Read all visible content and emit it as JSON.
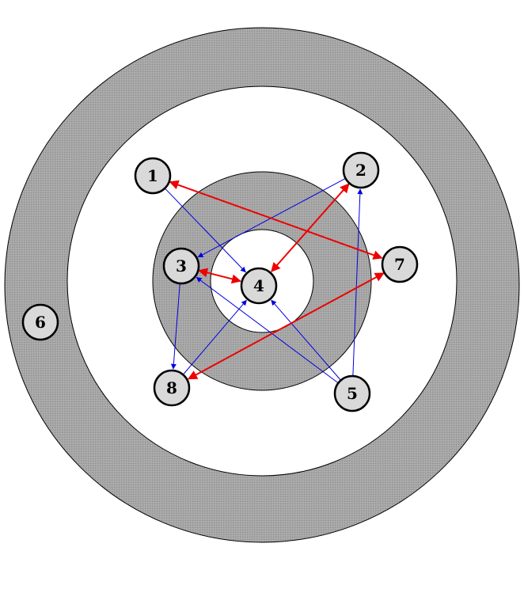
{
  "colors": {
    "ring_fill": "#a8a8a8",
    "background": "#ffffff",
    "node_fill": "#d9d9d9",
    "node_stroke": "#000000",
    "blue_edge": "#0000e0",
    "red_edge": "#ee0000"
  },
  "nodes": [
    {
      "id": "1",
      "label": "1"
    },
    {
      "id": "2",
      "label": "2"
    },
    {
      "id": "3",
      "label": "3"
    },
    {
      "id": "4",
      "label": "4"
    },
    {
      "id": "5",
      "label": "5"
    },
    {
      "id": "6",
      "label": "6"
    },
    {
      "id": "7",
      "label": "7"
    },
    {
      "id": "8",
      "label": "8"
    }
  ],
  "edges": [
    {
      "from": "1",
      "to": "4",
      "color": "blue",
      "direction": "forward"
    },
    {
      "from": "2",
      "to": "3",
      "color": "blue",
      "direction": "forward"
    },
    {
      "from": "3",
      "to": "8",
      "color": "blue",
      "direction": "forward"
    },
    {
      "from": "8",
      "to": "4",
      "color": "blue",
      "direction": "forward"
    },
    {
      "from": "5",
      "to": "4",
      "color": "blue",
      "direction": "forward"
    },
    {
      "from": "5",
      "to": "3",
      "color": "blue",
      "direction": "forward"
    },
    {
      "from": "5",
      "to": "2",
      "color": "blue",
      "direction": "forward"
    },
    {
      "from": "1",
      "to": "7",
      "color": "red",
      "direction": "both"
    },
    {
      "from": "2",
      "to": "4",
      "color": "red",
      "direction": "both"
    },
    {
      "from": "3",
      "to": "4",
      "color": "red",
      "direction": "both"
    },
    {
      "from": "7",
      "to": "8",
      "color": "red",
      "direction": "both"
    }
  ]
}
